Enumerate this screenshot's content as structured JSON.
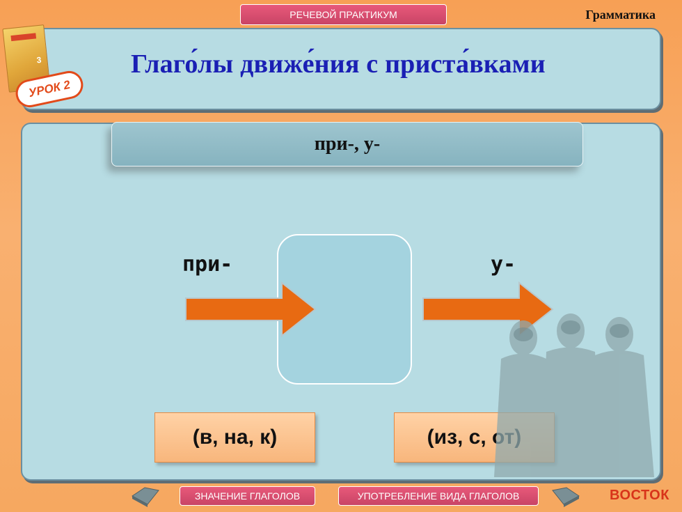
{
  "header": {
    "section_tab": "РЕЧЕВОЙ ПРАКТИКУМ",
    "section_label": "Грамматика",
    "title": "Глаго́лы движе́ния с приста́вками",
    "lesson_badge": "УРОК 2"
  },
  "main": {
    "prefix_heading": "при-, у-",
    "left_prefix": "при-",
    "right_prefix": "у-",
    "left_examples": "(в, на, к)",
    "right_examples": "(из, с, от)"
  },
  "footer": {
    "meaning_button": "ЗНАЧЕНИЕ ГЛАГОЛОВ",
    "aspect_button": "УПОТРЕБЛЕНИЕ ВИДА ГЛАГОЛОВ",
    "brand": "ВОСТОК"
  },
  "icons": {
    "prev": "book-back-icon",
    "next": "book-forward-icon"
  },
  "colors": {
    "background": "#f7a055",
    "panel": "#b7dce3",
    "title": "#1a1fb4",
    "arrow": "#e86a12",
    "tab": "#d64e70",
    "brand": "#d8341a"
  }
}
